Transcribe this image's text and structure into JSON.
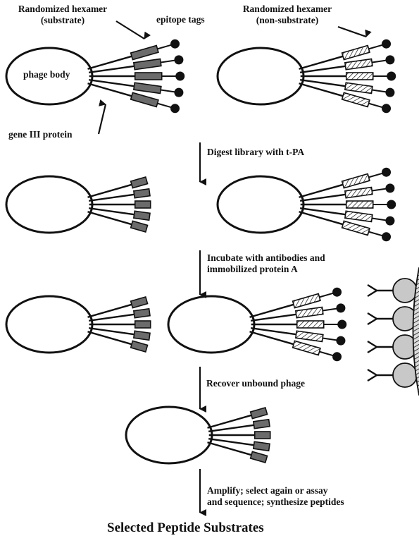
{
  "labels": {
    "hexamer_substrate_line1": "Randomized hexamer",
    "hexamer_substrate_line2": "(substrate)",
    "epitope_tags": "epitope tags",
    "hexamer_nonsubstrate_line1": "Randomized hexamer",
    "hexamer_nonsubstrate_line2": "(non-substrate)",
    "phage_body": "phage body",
    "gene_iii_protein": "gene III protein"
  },
  "steps": [
    {
      "line1": "Digest library with t-PA",
      "line2": ""
    },
    {
      "line1": "Incubate with antibodies and",
      "line2": "immobilized protein A"
    },
    {
      "line1": "Recover unbound phage",
      "line2": ""
    },
    {
      "line1": "Amplify; select again or assay",
      "line2": "and sequence; synthesize peptides"
    }
  ],
  "footer": {
    "title": "Selected Peptide Substrates"
  },
  "colors": {
    "stroke": "#111111",
    "substrate_fill": "#6b6b6b",
    "protein_a_fill": "#c8c8c8",
    "background": "#ffffff"
  }
}
